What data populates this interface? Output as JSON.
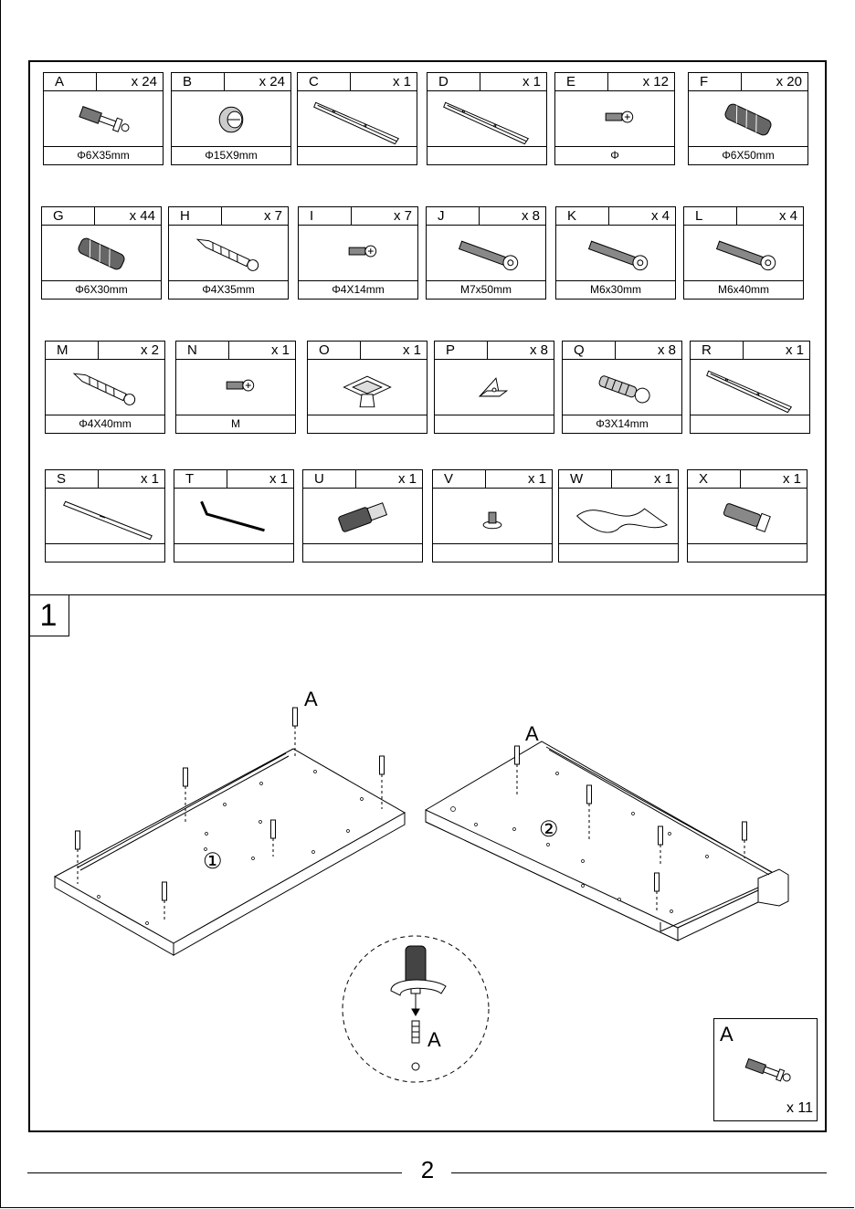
{
  "parts": [
    {
      "letter": "A",
      "qty": "x 24",
      "size": "Φ6X35mm",
      "icon": "cam-bolt-icon"
    },
    {
      "letter": "B",
      "qty": "x 24",
      "size": "Φ15X9mm",
      "icon": "cam-lock-icon"
    },
    {
      "letter": "C",
      "qty": "x 1",
      "size": "",
      "icon": "drawer-slide-icon"
    },
    {
      "letter": "D",
      "qty": "x 1",
      "size": "",
      "icon": "drawer-slide-icon"
    },
    {
      "letter": "E",
      "qty": "x 12",
      "size": "Φ",
      "icon": "short-screw-icon"
    },
    {
      "letter": "F",
      "qty": "x 20",
      "size": "Φ6X50mm",
      "icon": "wood-dowel-icon"
    },
    {
      "letter": "G",
      "qty": "x 44",
      "size": "Φ6X30mm",
      "icon": "wood-dowel-icon"
    },
    {
      "letter": "H",
      "qty": "x 7",
      "size": "Φ4X35mm",
      "icon": "long-screw-icon"
    },
    {
      "letter": "I",
      "qty": "x 7",
      "size": "Φ4X14mm",
      "icon": "short-screw-icon"
    },
    {
      "letter": "J",
      "qty": "x 8",
      "size": "M7x50mm",
      "icon": "bolt-icon"
    },
    {
      "letter": "K",
      "qty": "x 4",
      "size": "M6x30mm",
      "icon": "bolt-icon"
    },
    {
      "letter": "L",
      "qty": "x 4",
      "size": "M6x40mm",
      "icon": "bolt-icon"
    },
    {
      "letter": "M",
      "qty": "x 2",
      "size": "Φ4X40mm",
      "icon": "long-screw-icon"
    },
    {
      "letter": "N",
      "qty": "x 1",
      "size": "M",
      "icon": "short-screw-icon"
    },
    {
      "letter": "O",
      "qty": "x 1",
      "size": "",
      "icon": "knob-icon"
    },
    {
      "letter": "P",
      "qty": "x 8",
      "size": "",
      "icon": "corner-bracket-icon"
    },
    {
      "letter": "Q",
      "qty": "x 8",
      "size": "Φ3X14mm",
      "icon": "anchor-screw-icon"
    },
    {
      "letter": "R",
      "qty": "x 1",
      "size": "",
      "icon": "drawer-slide-icon"
    },
    {
      "letter": "S",
      "qty": "x 1",
      "size": "",
      "icon": "rod-icon"
    },
    {
      "letter": "T",
      "qty": "x 1",
      "size": "",
      "icon": "allen-key-icon"
    },
    {
      "letter": "U",
      "qty": "x 1",
      "size": "",
      "icon": "threaded-insert-icon"
    },
    {
      "letter": "V",
      "qty": "x 1",
      "size": "",
      "icon": "glide-icon"
    },
    {
      "letter": "W",
      "qty": "x 1",
      "size": "",
      "icon": "wave-strip-icon"
    },
    {
      "letter": "X",
      "qty": "x 1",
      "size": "",
      "icon": "wall-plug-icon"
    }
  ],
  "step": {
    "number": "1",
    "panel_1_label": "①",
    "panel_2_label": "②",
    "callout_label": "A",
    "callout_label_2": "A",
    "screwdriver_label": "A",
    "inset_label": "A",
    "inset_qty": "x 11"
  },
  "page_number": "2"
}
